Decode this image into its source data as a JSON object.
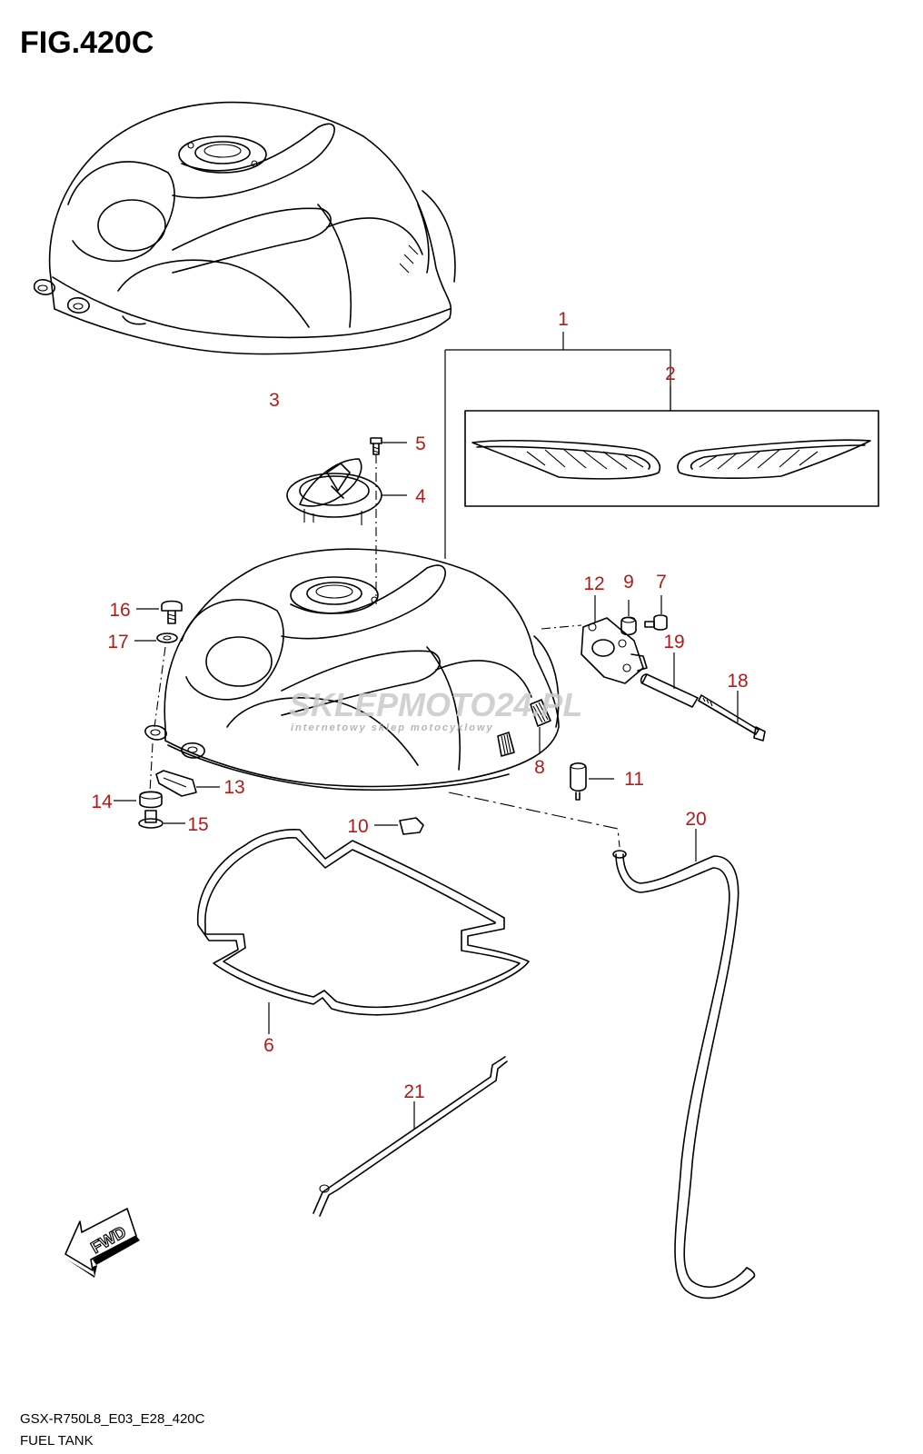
{
  "figure": {
    "title": "FIG.420C",
    "model_code": "GSX-R750L8_E03_E28_420C",
    "section_name": "FUEL TANK"
  },
  "fwd_label": "FWD",
  "watermark": {
    "brand": "SKLEPMOTO24.PL",
    "tagline": "internetowy sklep motocyklowy"
  },
  "colors": {
    "callout_text": "#b01c1c",
    "line": "#000000",
    "watermark": "#c8c8c8"
  },
  "callouts": [
    {
      "id": "1",
      "label": "1"
    },
    {
      "id": "2",
      "label": "2"
    },
    {
      "id": "3",
      "label": "3"
    },
    {
      "id": "4",
      "label": "4"
    },
    {
      "id": "5",
      "label": "5"
    },
    {
      "id": "6",
      "label": "6"
    },
    {
      "id": "7",
      "label": "7"
    },
    {
      "id": "8",
      "label": "8"
    },
    {
      "id": "9",
      "label": "9"
    },
    {
      "id": "10",
      "label": "10"
    },
    {
      "id": "11",
      "label": "11"
    },
    {
      "id": "12",
      "label": "12"
    },
    {
      "id": "13",
      "label": "13"
    },
    {
      "id": "14",
      "label": "14"
    },
    {
      "id": "15",
      "label": "15"
    },
    {
      "id": "16",
      "label": "16"
    },
    {
      "id": "17",
      "label": "17"
    },
    {
      "id": "18",
      "label": "18"
    },
    {
      "id": "19",
      "label": "19"
    },
    {
      "id": "20",
      "label": "20"
    },
    {
      "id": "21",
      "label": "21"
    }
  ]
}
